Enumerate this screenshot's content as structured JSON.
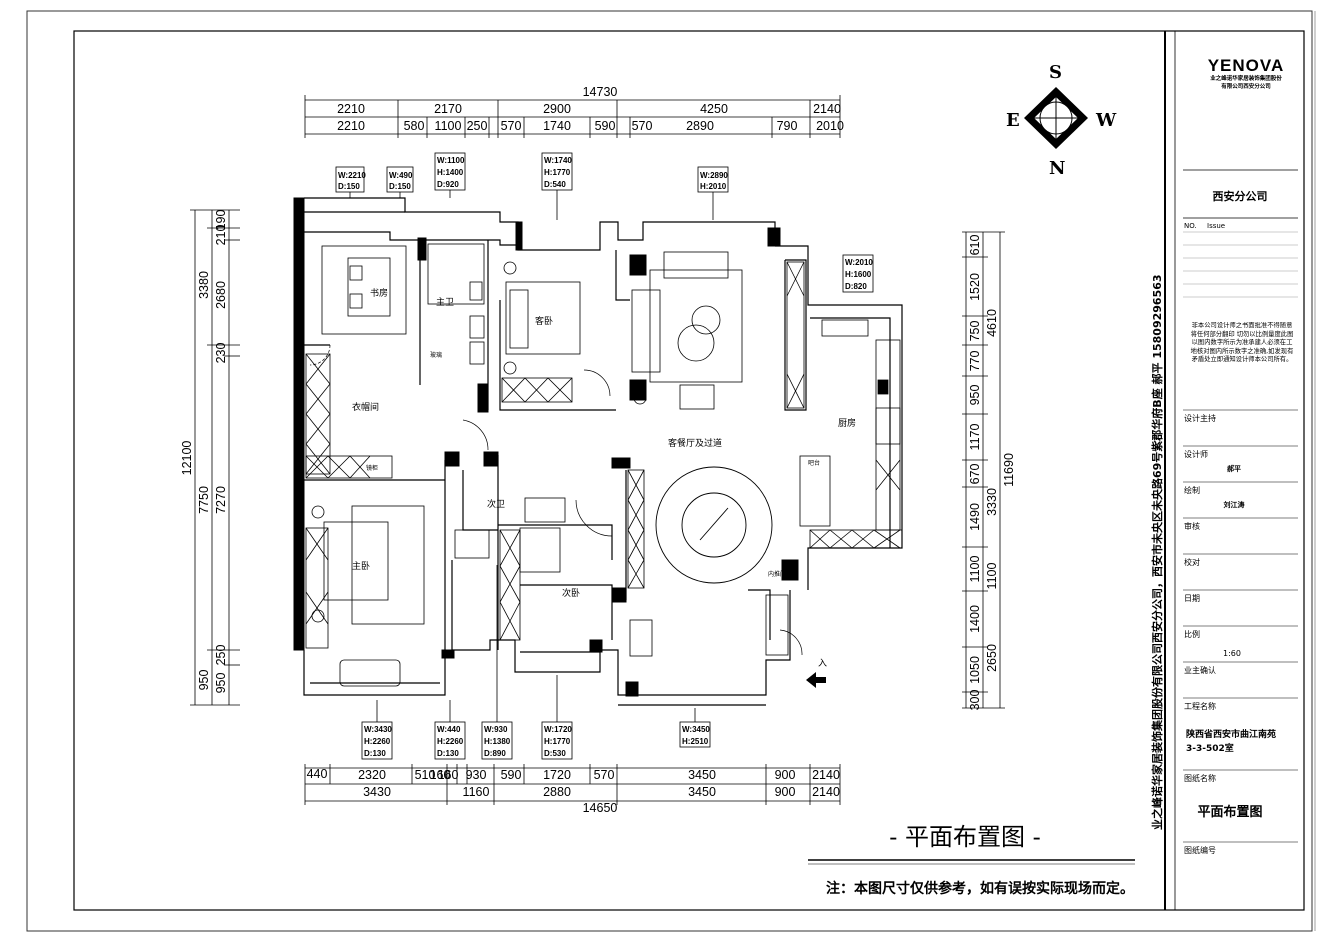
{
  "compass": {
    "n": "S",
    "s": "N",
    "e": "E",
    "w": "W"
  },
  "top_dims": {
    "total": "14730",
    "row1": [
      "2210",
      "2170",
      "2900",
      "4250",
      "2140"
    ],
    "row2": [
      "2210",
      "580",
      "1100",
      "250",
      "570",
      "1740",
      "590",
      "570",
      "2890",
      "790",
      "2010"
    ]
  },
  "bottom_dims": {
    "row1": [
      "440",
      "2320",
      "510",
      "160",
      "160",
      "930",
      "590",
      "1720",
      "570",
      "3450",
      "900",
      "2140"
    ],
    "row2": [
      "3430",
      "1160",
      "2880",
      "3450",
      "900",
      "2140"
    ],
    "total": "14650"
  },
  "left_dims": {
    "total": "12100",
    "col1": [
      "3380",
      "7750",
      "950"
    ],
    "col2": [
      "2680",
      "230",
      "7270",
      "950"
    ],
    "col3": [
      "190",
      "210",
      "250"
    ]
  },
  "right_dims": {
    "col1": [
      "610",
      "1520",
      "750",
      "770",
      "950",
      "1170",
      "670",
      "1490",
      "1100",
      "1400",
      "1050",
      "300"
    ],
    "col2": [
      "4610",
      "3330",
      "1100",
      "2650"
    ],
    "total": "11690"
  },
  "window_tags": {
    "top": [
      [
        "W:2210",
        "D:150"
      ],
      [
        "W:490",
        "D:150"
      ],
      [
        "W:1100",
        "H:1400",
        "D:920"
      ],
      [
        "W:1740",
        "H:1770",
        "D:540"
      ],
      [
        "W:2890",
        "H:2010"
      ],
      [
        "W:2010",
        "H:1600",
        "D:820"
      ]
    ],
    "bottom": [
      [
        "W:3430",
        "H:2260",
        "D:130"
      ],
      [
        "W:440",
        "H:2260",
        "D:130"
      ],
      [
        "W:930",
        "H:1380",
        "D:890"
      ],
      [
        "W:1720",
        "H:1770",
        "D:530"
      ],
      [
        "W:3450",
        "H:2510"
      ]
    ]
  },
  "rooms": {
    "study": "书房",
    "master_bath": "主卫",
    "guest_bedroom": "客卧",
    "cloakroom": "衣帽间",
    "living": "客餐厅及过道",
    "kitchen": "厨房",
    "second_bath": "次卫",
    "master_bedroom": "主卧",
    "second_bedroom": "次卧",
    "mirror": "镜柜",
    "glass": "玻璃",
    "balcony_cab": "吧台",
    "door_label": "内推门",
    "entry": "入"
  },
  "drawing_title": "- 平面布置图 -",
  "note": "注：本图尺寸仅供参考，如有误按实际现场而定。",
  "vertical_company": "业之峰诺华家居装饰集团股份有限公司西安分公司，西安市未央区未央路69号紫郡华府B座  郝平  15809296563",
  "title_block": {
    "logo": "YENOVA",
    "logo_sub1": "业之峰诺华家居装饰集团股份",
    "logo_sub2": "有限公司西安分公司",
    "branch": "西安分公司",
    "no_label": "NO.",
    "issue_label": "Issue",
    "notice": "非本公司设计师之书面批准不得随意将任何部分翻印 切勿以比例量度此图以图内数字所示为准承建人必须在工地核对图内所示数字之准确,如发现有矛盾处立即通知设计师本公司所有。",
    "design_lead_label": "设计主持",
    "designer_label": "设计师",
    "designer": "郝平",
    "drafter_label": "绘制",
    "drafter": "刘江涛",
    "review_label": "审核",
    "check_label": "校对",
    "date_label": "日期",
    "scale_label": "比例",
    "scale": "1:60",
    "owner_label": "业主确认",
    "project_label": "工程名称",
    "project_line1": "陕西省西安市曲江南苑",
    "project_line2": "3-3-502室",
    "drawing_name_label": "图纸名称",
    "drawing_name": "平面布置图",
    "drawing_no_label": "图纸编号"
  },
  "colors": {
    "ink": "#000000",
    "paper": "#ffffff",
    "frame": "#333333"
  }
}
